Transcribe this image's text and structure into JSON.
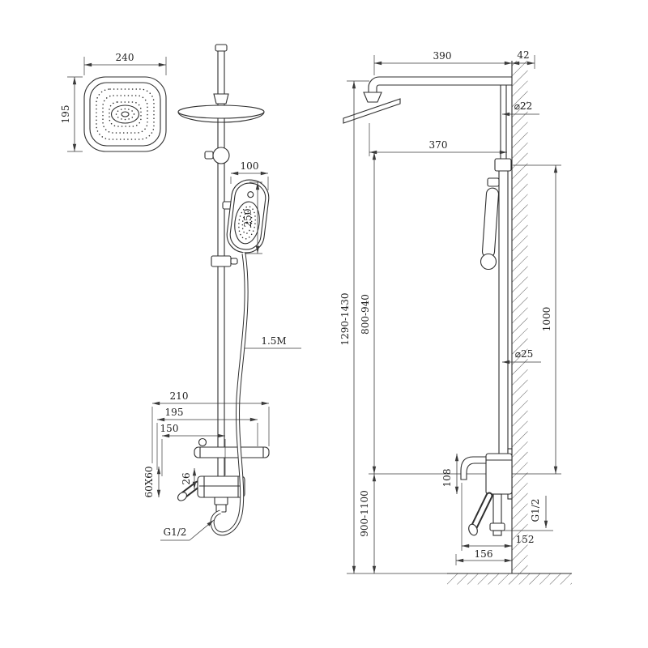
{
  "colors": {
    "line": "#2f2f2f",
    "dim": "#3a3a3a",
    "background": "#ffffff"
  },
  "top_view": {
    "width": "240",
    "depth": "195"
  },
  "front_view": {
    "hand_shower_width": "100",
    "hand_shower_length": "250",
    "shelf_width": "210",
    "body_width_outer": "195",
    "body_width_inner": "150",
    "valve_body": "60X60",
    "valve_offset": "26",
    "hose_length": "1.5M",
    "inlet_thread": "G1/2"
  },
  "side_view": {
    "arm_reach": "390",
    "wall_gap": "42",
    "upper_pipe_diameter": "⌀22",
    "head_projection": "370",
    "overall_height": "1290-1430",
    "riser_height": "800-940",
    "drop_height": "1000",
    "lower_pipe_diameter": "⌀25",
    "valve_height": "108",
    "install_height": "900-1100",
    "outlet_thread": "G1/2",
    "spout_reach": "152",
    "spout_depth": "156"
  }
}
